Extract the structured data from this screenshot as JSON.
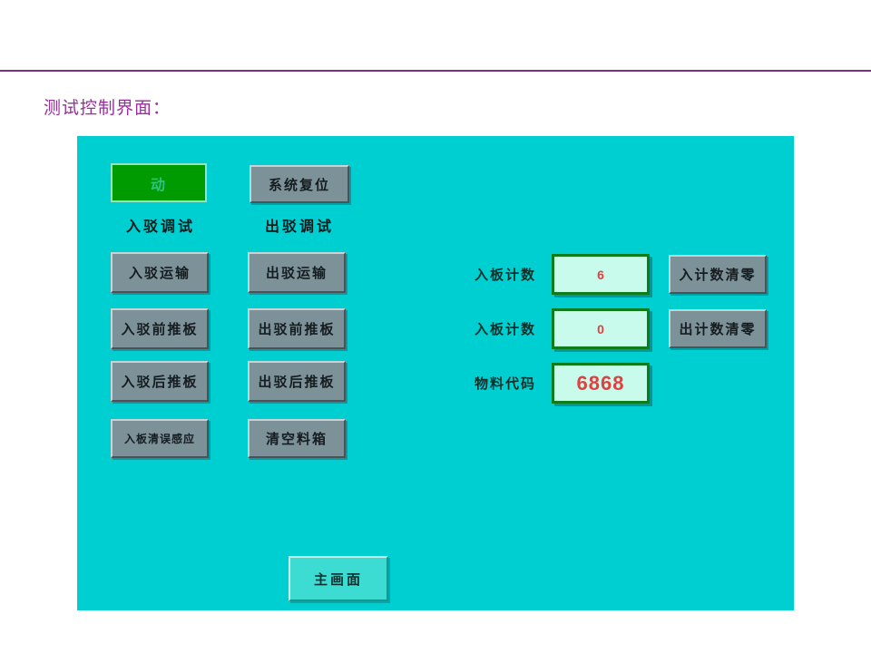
{
  "page": {
    "title": "测试控制界面："
  },
  "panel": {
    "start_button": "动",
    "system_reset_button": "系统复位",
    "in_group_label": "入驳调试",
    "out_group_label": "出驳调试",
    "in_buttons": [
      "入驳运输",
      "入驳前推板",
      "入驳后推板",
      "入板清误感应"
    ],
    "out_buttons": [
      "出驳运输",
      "出驳前推板",
      "出驳后推板",
      "清空料箱"
    ],
    "counters": [
      {
        "label": "入板计数",
        "value": "6",
        "clear_button": "入计数清零"
      },
      {
        "label": "入板计数",
        "value": "0",
        "clear_button": "出计数清零"
      },
      {
        "label": "物料代码",
        "value": "6868"
      }
    ],
    "main_screen_button": "主画面"
  },
  "colors": {
    "accent_purple": "#7d2f82",
    "title_purple": "#97309b",
    "panel_cyan": "#00cfd2",
    "start_green": "#009b00",
    "button_gray": "#7d9199",
    "value_red": "#e04040",
    "value_box_bg": "#c9fbec",
    "value_box_border": "#0d7c1a"
  }
}
